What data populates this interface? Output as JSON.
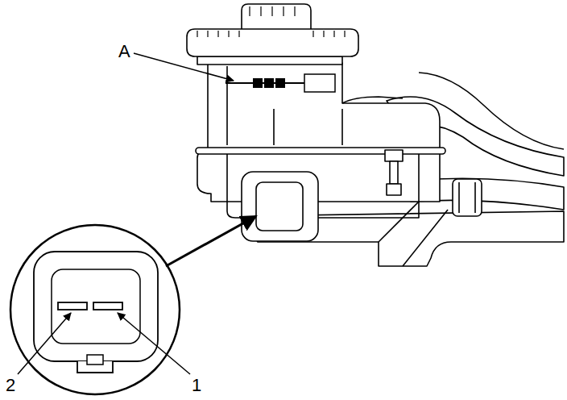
{
  "diagram": {
    "labels": [
      "A",
      "2",
      "1"
    ]
  }
}
